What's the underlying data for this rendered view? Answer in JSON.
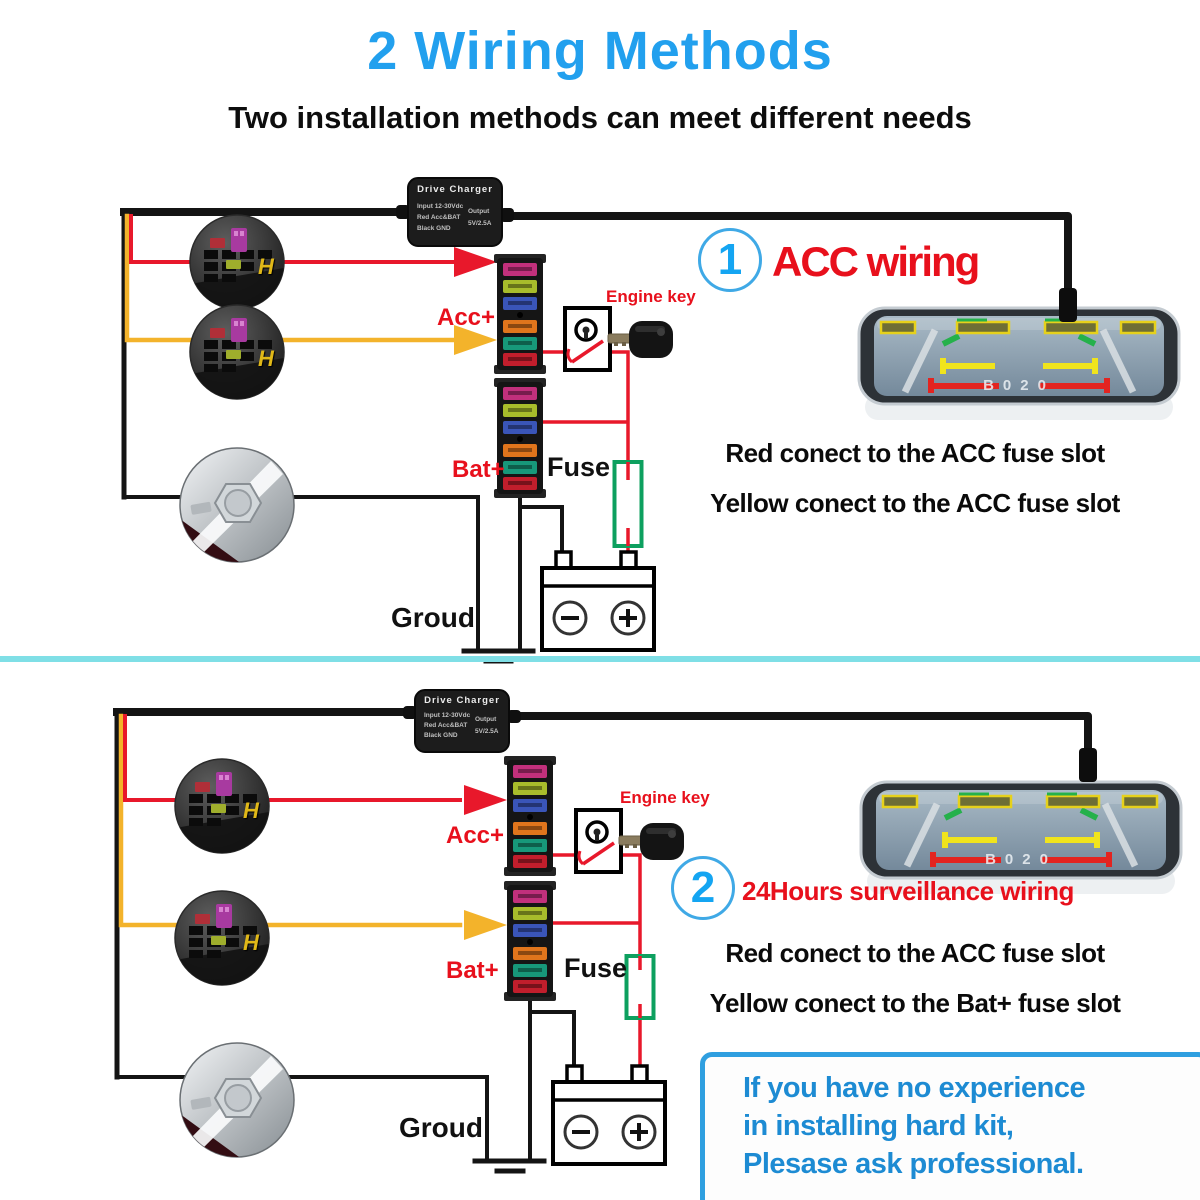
{
  "header": {
    "title": "2 Wiring Methods",
    "subtitle": "Two installation methods can meet different needs"
  },
  "charger": {
    "title": "Drive Charger",
    "input": "Input 12-30Vdc",
    "red": "Red Acc&BAT",
    "black": "Black GND",
    "output": "Output",
    "spec": "5V/2.5A"
  },
  "labels": {
    "acc": "Acc+",
    "bat": "Bat+",
    "fuse": "Fuse",
    "engine_key": "Engine key",
    "ground": "Groud",
    "photo_letter": "H"
  },
  "mirror": {
    "screen_text": "B020"
  },
  "method1": {
    "number": "1",
    "heading": "ACC wiring",
    "note1": "Red conect to the ACC fuse slot",
    "note2": "Yellow conect to the ACC fuse slot"
  },
  "method2": {
    "number": "2",
    "heading": "24Hours surveillance wiring",
    "note1": "Red conect to the ACC fuse slot",
    "note2": "Yellow conect to the Bat+ fuse slot",
    "warning1": "If you have no experience",
    "warning2": "in installing hard kit,",
    "warning3": "Plesase ask professional."
  },
  "colors": {
    "title_blue": "#22a0ee",
    "heading_red": "#e8101c",
    "wire_red": "#e8182b",
    "wire_yellow": "#f3b32b",
    "fuse_holder_green": "#0da05f",
    "divider_cyan": "#7fdfe6",
    "warning_blue": "#2f9fe0"
  }
}
